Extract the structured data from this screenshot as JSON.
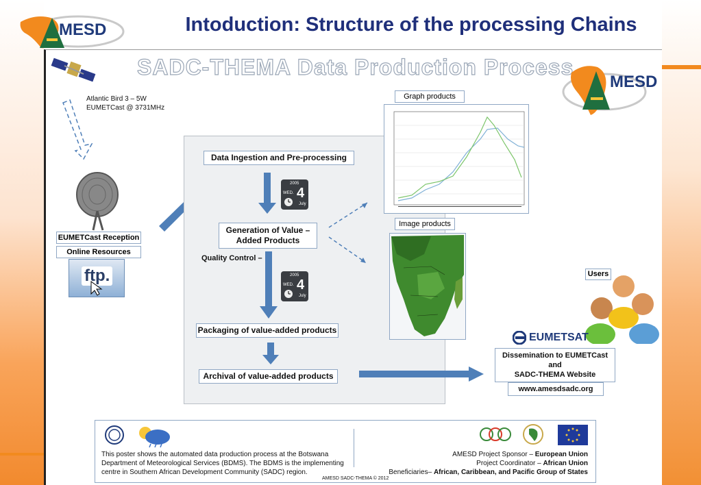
{
  "slide": {
    "title": "Intoduction: Structure of the processing Chains",
    "logo_text": "MESD"
  },
  "poster": {
    "title": "SADC-THEMA Data Production Process",
    "logo_text": "MESD",
    "satellite_label_1": "Atlantic Bird 3 – 5W",
    "satellite_label_2": "EUMETCast @ 3731MHz",
    "reception_label": "EUMETCast Reception",
    "online_label": "Online Resources",
    "ftp_text": "ftp.",
    "steps": {
      "ingestion": "Data Ingestion and Pre-processing",
      "generation_line1": "Generation of Value –",
      "generation_line2": "Added Products",
      "quality": "Quality Control –",
      "packaging": "Packaging of value-added products",
      "archival": "Archival of value-added products"
    },
    "calendar": {
      "year": "2005",
      "day": "WED.",
      "date": "4",
      "month": "July"
    },
    "graph_label": "Graph products",
    "image_label": "Image products",
    "users_label": "Users",
    "eumetsat_label": "EUMETSAT",
    "dissemination_line1": "Dissemination to EUMETCast",
    "dissemination_line2": "and",
    "dissemination_line3": "SADC-THEMA Website",
    "website": "www.amesdsadc.org",
    "footer": {
      "left_line1": "This poster shows the automated data production process at the Botswana",
      "left_line2": "Department of Meteorological Services (BDMS). The BDMS is the implementing",
      "left_line3": "centre in Southern African Development Community (SADC) region.",
      "credit": "AMESD SADC-THEMA © 2012",
      "sponsor_prefix": "AMESD  Project Sponsor – ",
      "sponsor": "European Union",
      "coordinator_prefix": "Project Coordinator – ",
      "coordinator": "African Union",
      "beneficiaries_prefix": "Beneficiaries– ",
      "beneficiaries": "African, Caribbean, and Pacific Group of States"
    }
  },
  "colors": {
    "title": "#1f2f7a",
    "orange": "#f28a1e",
    "arrow": "#4f7fb8",
    "green": "#6bbf3c"
  }
}
